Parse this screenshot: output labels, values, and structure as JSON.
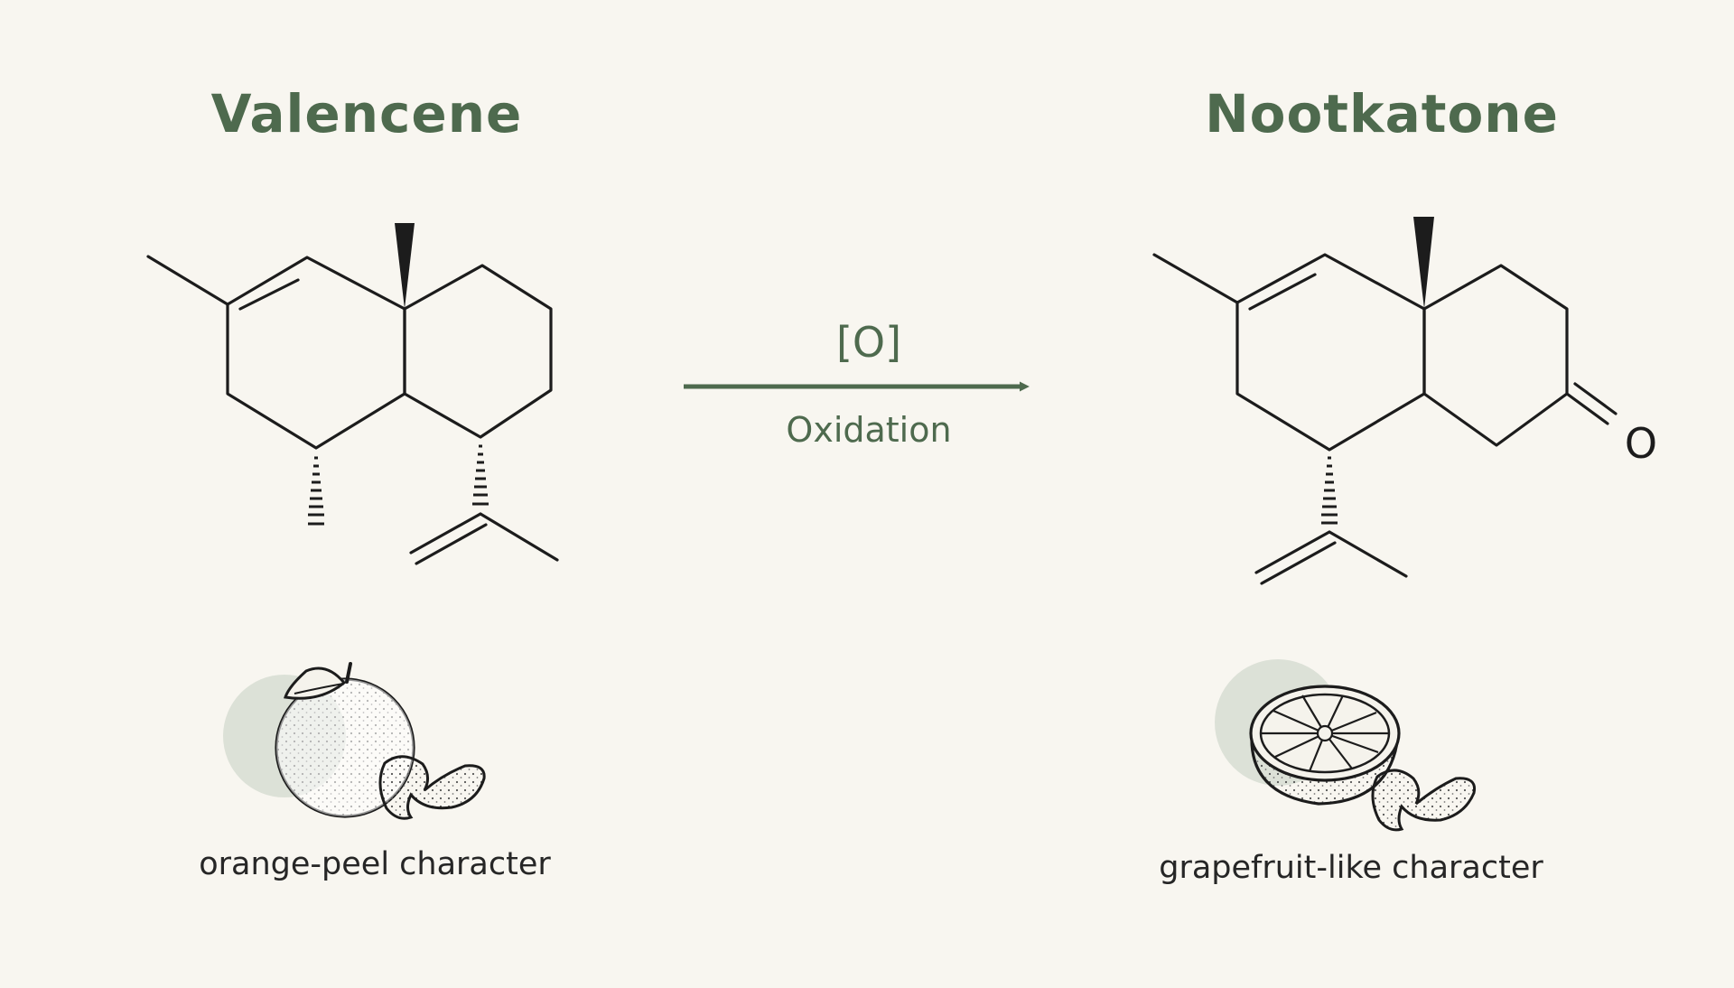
{
  "diagram": {
    "reactant": {
      "name": "Valencene",
      "caption": "orange-peel character",
      "icon": "orange-with-peel-icon"
    },
    "reaction": {
      "reagent": "[O]",
      "label": "Oxidation",
      "arrow_color": "#4e6a4e"
    },
    "product": {
      "name": "Nootkatone",
      "caption": "grapefruit-like character",
      "oxygen_label": "O",
      "icon": "grapefruit-half-with-peel-icon"
    }
  },
  "colors": {
    "background": "#f8f6f0",
    "accent_green": "#4e6a4e",
    "line": "#1c1c1c",
    "halo": "#d7ddd2"
  }
}
